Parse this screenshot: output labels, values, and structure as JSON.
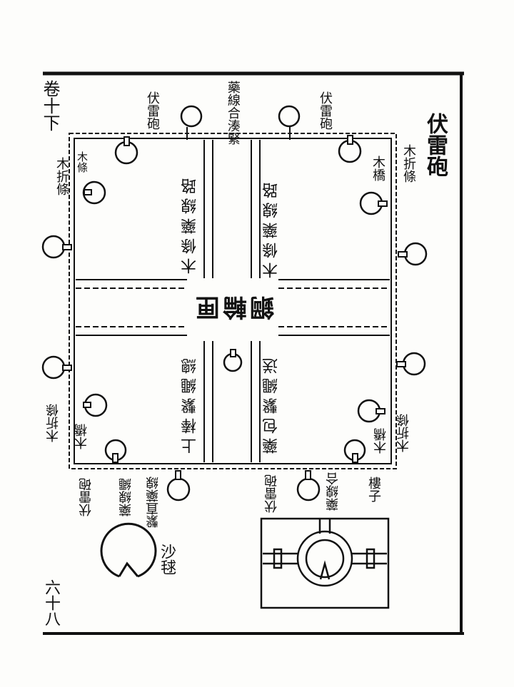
{
  "page": {
    "volume_label": "卷十下",
    "page_number": "六十八",
    "title": "伏雷砲"
  },
  "diagram": {
    "center_label": "鋼輪匣",
    "top_labels": {
      "left": "伏雷砲",
      "center": "藥線合湊緊"
    },
    "top_right_label": "伏雷砲",
    "side_labels": {
      "upper_left_outer": "木折條",
      "upper_left_inner": "木條",
      "upper_right_outer": "木折條",
      "upper_right_inner": "木橋",
      "lower_left_outer": "木折條",
      "lower_left_inner": "木橋",
      "lower_right_outer": "木折條",
      "lower_right_inner": "木橋"
    },
    "inner_labels": {
      "upper_left_channel": "木條藥線路",
      "upper_right_channel": "木條藥線路",
      "lower_left_channel": "上棒繫繩總",
      "lower_right_channel": "藥包繫繩送"
    },
    "bottom_labels": {
      "left_outer": "伏雷砲",
      "left_inner": "藥線繩",
      "left_mid": "繫直藥線",
      "right_outer": "伏雷砲",
      "right_inner": "藥線合",
      "right_small": "樓子"
    },
    "detail_labels": {
      "sand_bowl": "沙毬"
    }
  }
}
